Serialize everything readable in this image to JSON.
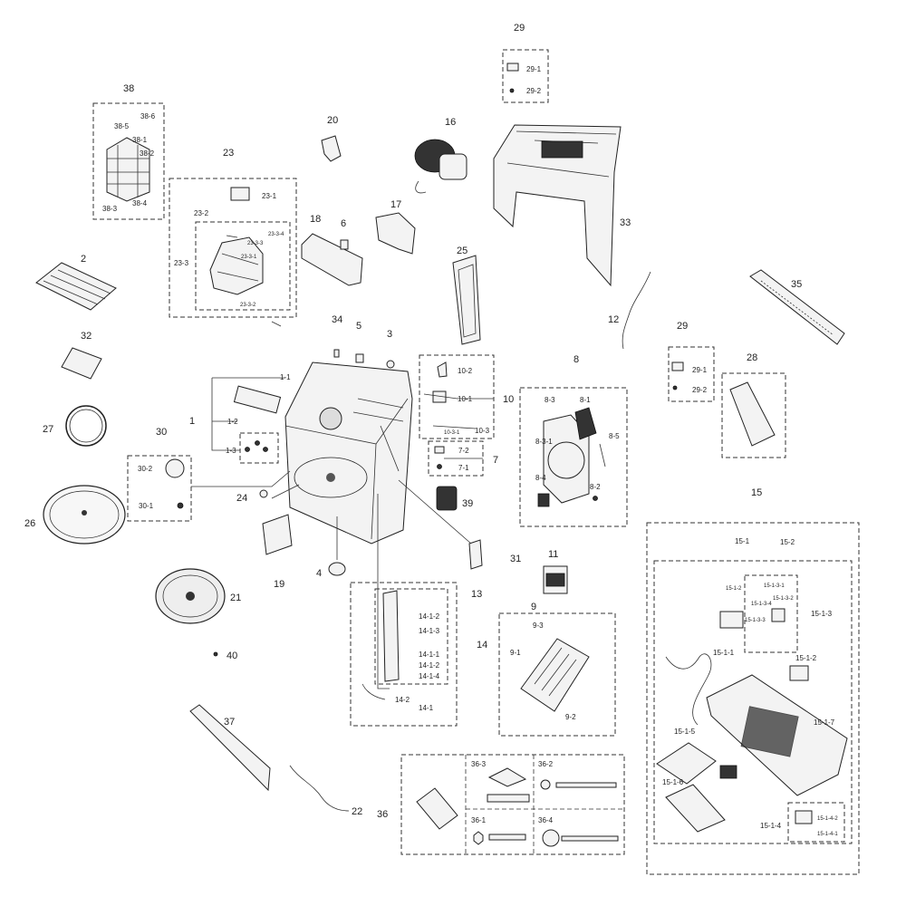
{
  "labels": {
    "l38": "38",
    "l38_5": "38-5",
    "l38_6": "38-6",
    "l38_1": "38-1",
    "l38_2": "38-2",
    "l38_3": "38-3",
    "l38_4": "38-4",
    "l20": "20",
    "l16": "16",
    "l29a": "29",
    "l29_1a": "29-1",
    "l29_2a": "29-2",
    "l23": "23",
    "l23_1": "23-1",
    "l23_2": "23-2",
    "l23_3": "23-3",
    "l23_3_4": "23-3-4",
    "l23_3_3": "23-3-3",
    "l23_3_1": "23-3-1",
    "l23_3_2": "23-3-2",
    "l18": "18",
    "l6": "6",
    "l17": "17",
    "l33": "33",
    "l25": "25",
    "l12": "12",
    "l35": "35",
    "l2": "2",
    "l32": "32",
    "l27": "27",
    "l26": "26",
    "l30": "30",
    "l30_2": "30-2",
    "l30_1": "30-1",
    "l1": "1",
    "l1_1": "1-1",
    "l1_2": "1-2",
    "l1_3": "1-3",
    "l34": "34",
    "l5": "5",
    "l3": "3",
    "l10": "10",
    "l10_2": "10-2",
    "l10_1": "10-1",
    "l10_3": "10-3",
    "l10_3_1": "10-3-1",
    "l7": "7",
    "l7_2": "7-2",
    "l7_1": "7-1",
    "l39": "39",
    "l8": "8",
    "l8_3": "8-3",
    "l8_1": "8-1",
    "l8_3_1": "8-3-1",
    "l8_5": "8-5",
    "l8_4": "8-4",
    "l8_2": "8-2",
    "l29b": "29",
    "l29_1b": "29-1",
    "l29_2b": "29-2",
    "l28": "28",
    "l24": "24",
    "l19": "19",
    "l4": "4",
    "l21": "21",
    "l40": "40",
    "l31": "31",
    "l13": "13",
    "l11": "11",
    "l9": "9",
    "l9_3": "9-3",
    "l9_1": "9-1",
    "l9_2": "9-2",
    "l14": "14",
    "l14_1_2a": "14-1-2",
    "l14_1_3": "14-1-3",
    "l14_1_1": "14-1-1",
    "l14_1_2b": "14-1-2",
    "l14_1_4": "14-1-4",
    "l14_2": "14-2",
    "l14_1": "14-1",
    "l37": "37",
    "l22": "22",
    "l36": "36",
    "l36_3": "36-3",
    "l36_2": "36-2",
    "l36_1": "36-1",
    "l36_4": "36-4",
    "l15": "15",
    "l15_1": "15-1",
    "l15_2": "15-2",
    "l15_1_2a": "15-1-2",
    "l15_1_3_1": "15-1-3-1",
    "l15_1_3_4": "15-1-3-4",
    "l15_1_3_2": "15-1-3-2",
    "l15_1_3": "15-1-3",
    "l15_1_3_3": "15-1-3-3",
    "l15_1_1": "15-1-1",
    "l15_1_2b": "15-1-2",
    "l15_1_7": "15-1-7",
    "l15_1_5": "15-1-5",
    "l15_1_6": "15-1-6",
    "l15_1_4_2": "15-1-4-2",
    "l15_1_4": "15-1-4",
    "l15_1_4_1": "15-1-4-1"
  }
}
